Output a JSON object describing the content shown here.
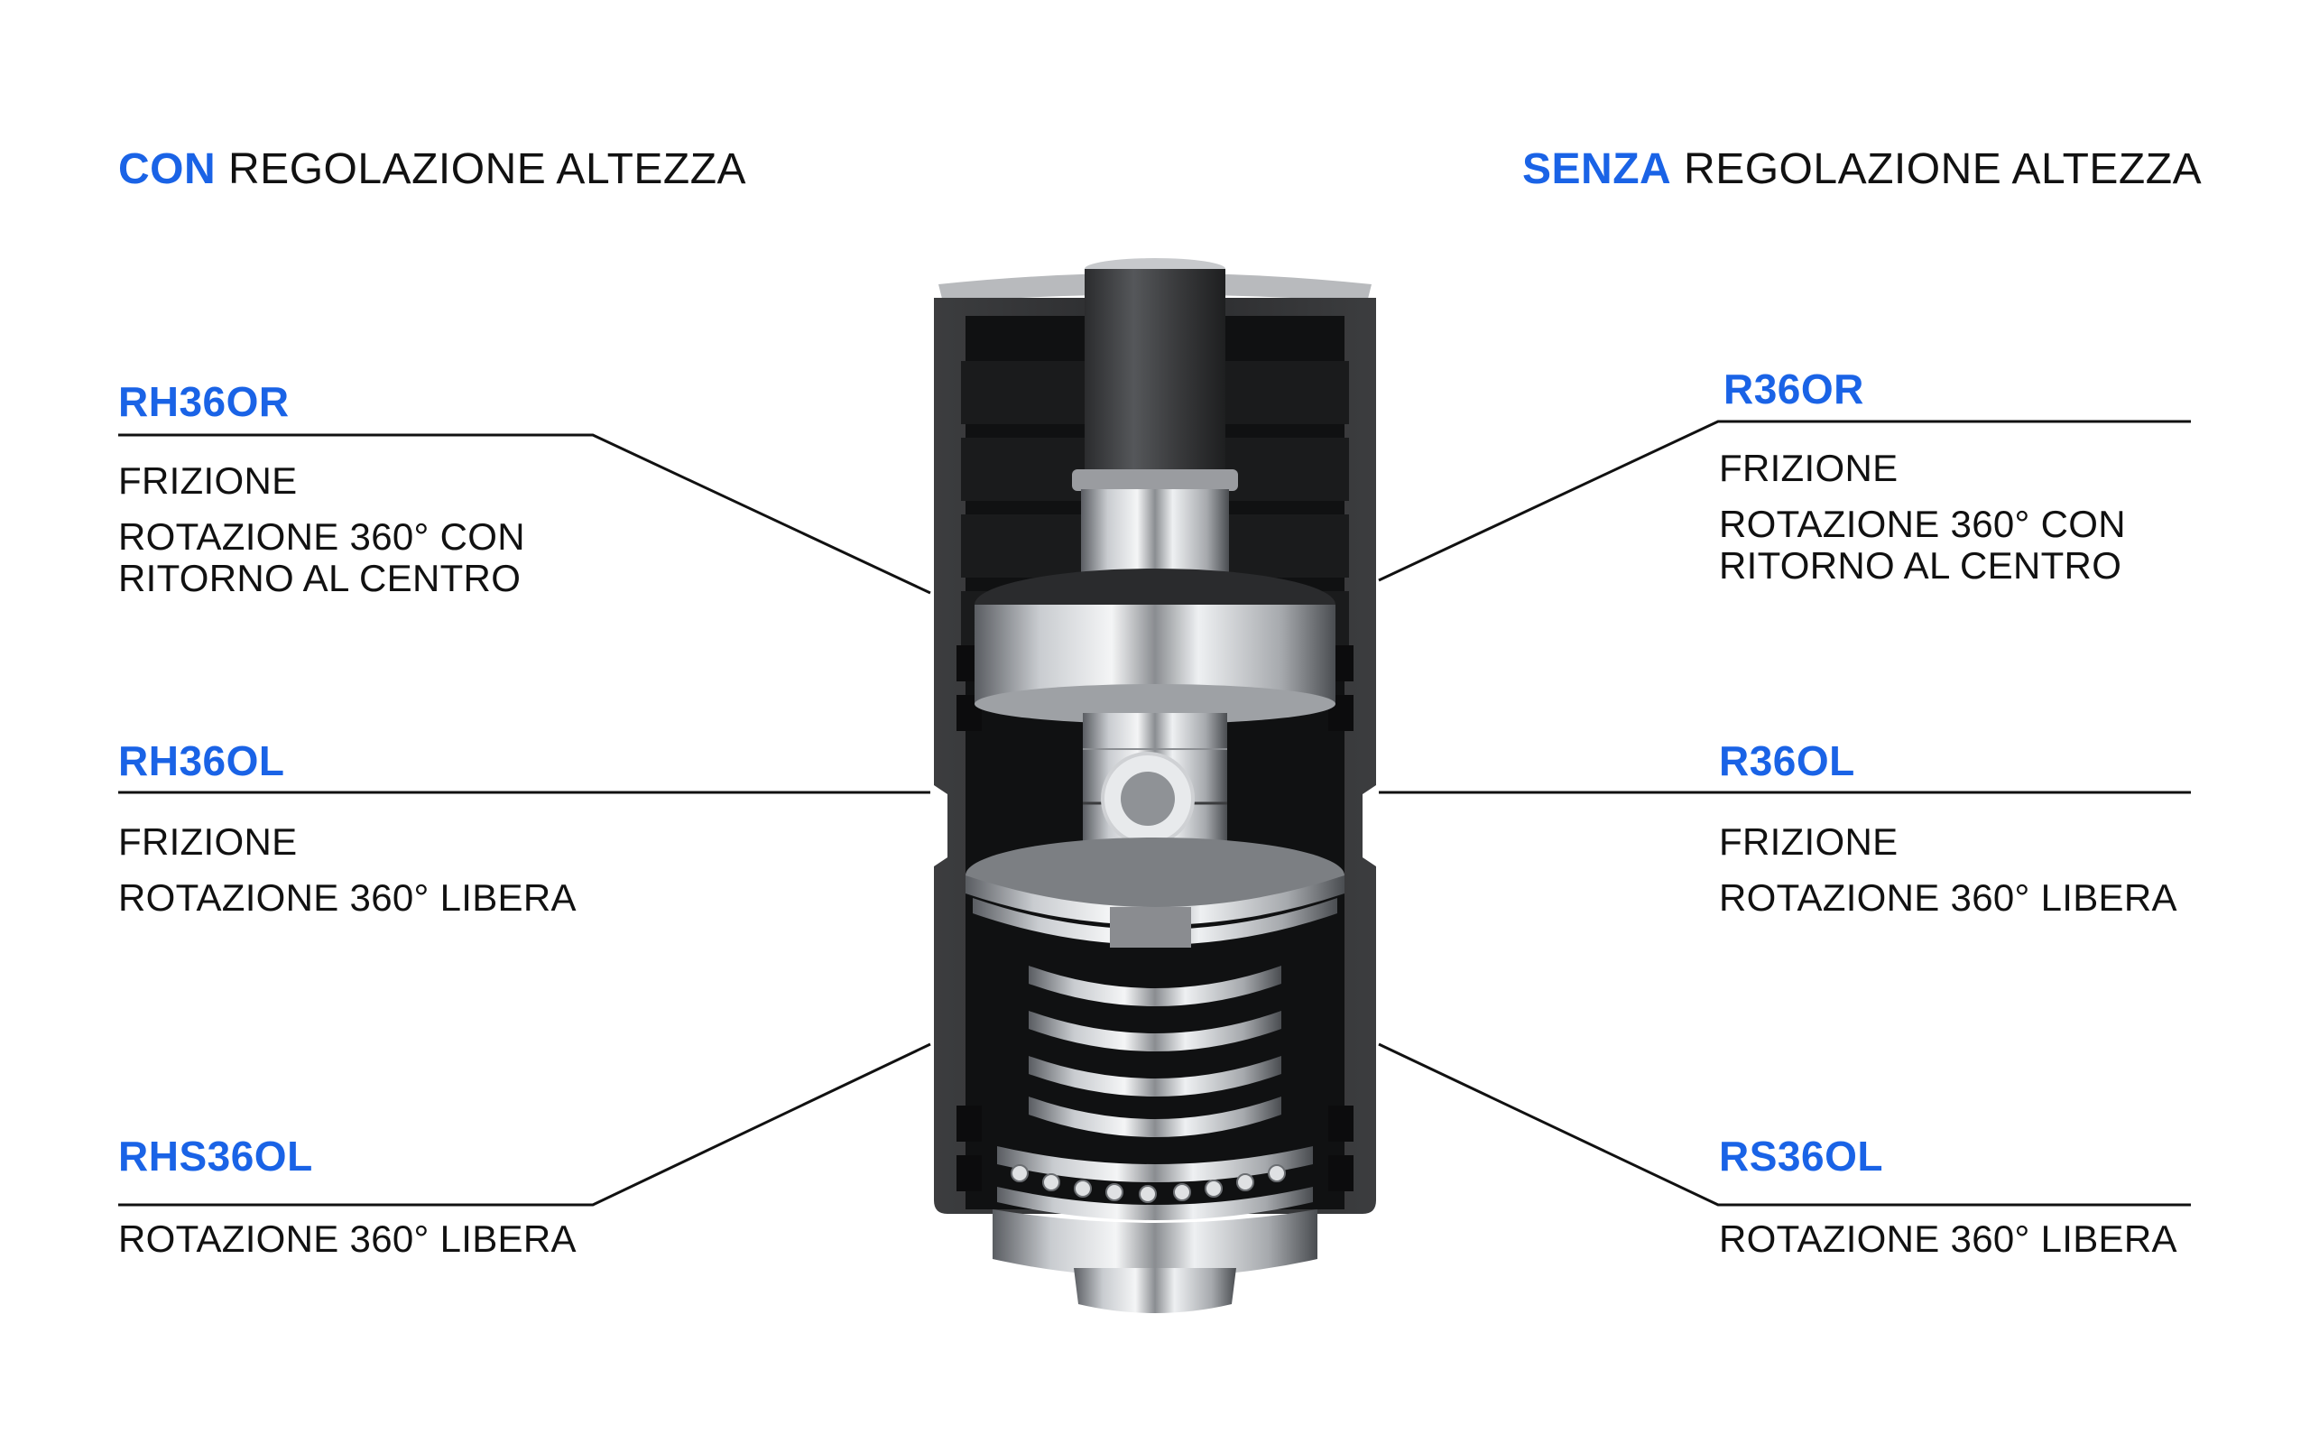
{
  "headers": {
    "left": {
      "accent": "CON",
      "rest": " REGOLAZIONE ALTEZZA"
    },
    "right": {
      "accent": "SENZA",
      "rest": " REGOLAZIONE ALTEZZA"
    }
  },
  "colors": {
    "accent": "#1a63e6",
    "text": "#111111",
    "line": "#111111"
  },
  "left_items": [
    {
      "code": "RH36OR",
      "lines": [
        "FRIZIONE",
        "ROTAZIONE 360° CON",
        "RITORNO AL CENTRO"
      ]
    },
    {
      "code": "RH36OL",
      "lines": [
        "FRIZIONE",
        "ROTAZIONE 360° LIBERA"
      ]
    },
    {
      "code": "RHS36OL",
      "lines": [
        "ROTAZIONE 360° LIBERA"
      ]
    }
  ],
  "right_items": [
    {
      "code": "R36OR",
      "lines": [
        "FRIZIONE",
        "ROTAZIONE 360° CON",
        "RITORNO AL CENTRO"
      ]
    },
    {
      "code": "R36OL",
      "lines": [
        "FRIZIONE",
        "ROTAZIONE 360° LIBERA"
      ]
    },
    {
      "code": "RS36OL",
      "lines": [
        "ROTAZIONE 360° LIBERA"
      ]
    }
  ],
  "product": {
    "name": "cutaway-rotation-bearing-unit"
  }
}
